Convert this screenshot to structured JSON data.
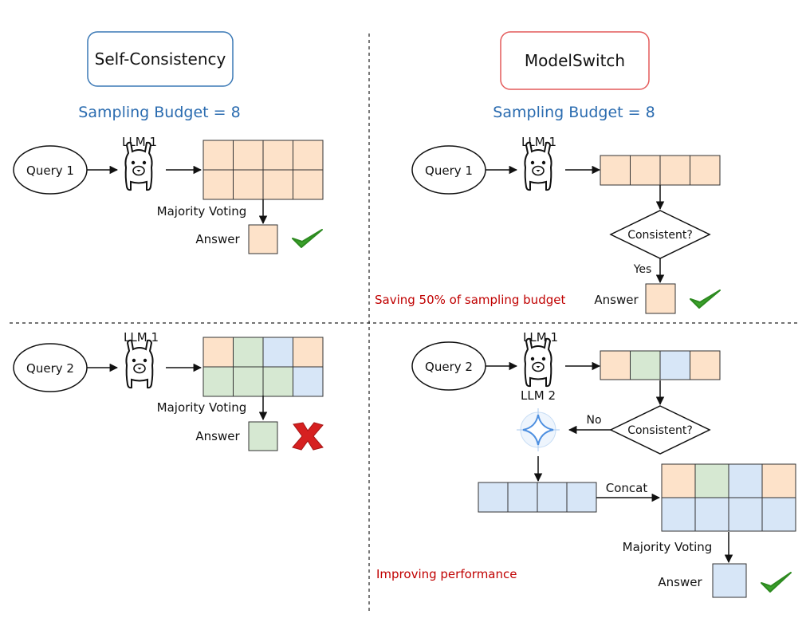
{
  "colors": {
    "orange": "#fde2c9",
    "green": "#d6e8d2",
    "blue": "#d7e6f7",
    "check": "#3aa12a",
    "cross": "#d62020",
    "budget_blue": "#2b6cb0",
    "note_red": "#c00000",
    "sc_border": "#3a78b5",
    "ms_border": "#e45a5a"
  },
  "left": {
    "title": "Self-Consistency",
    "budget": "Sampling Budget = 8",
    "q1": {
      "query": "Query 1",
      "llm": "LLM 1",
      "voting": "Majority Voting",
      "answer": "Answer",
      "grid": [
        [
          "orange",
          "orange",
          "orange",
          "orange"
        ],
        [
          "orange",
          "orange",
          "orange",
          "orange"
        ]
      ],
      "answer_color": "orange",
      "result": "check"
    },
    "q2": {
      "query": "Query 2",
      "llm": "LLM 1",
      "voting": "Majority Voting",
      "answer": "Answer",
      "grid": [
        [
          "orange",
          "green",
          "blue",
          "orange"
        ],
        [
          "green",
          "green",
          "green",
          "blue"
        ]
      ],
      "answer_color": "green",
      "result": "cross"
    }
  },
  "right": {
    "title": "ModelSwitch",
    "budget": "Sampling Budget = 8",
    "q1": {
      "query": "Query 1",
      "llm": "LLM 1",
      "samples": [
        "orange",
        "orange",
        "orange",
        "orange"
      ],
      "decision": "Consistent?",
      "yes": "Yes",
      "answer": "Answer",
      "answer_color": "orange",
      "note": "Saving 50% of sampling budget"
    },
    "q2": {
      "query": "Query 2",
      "llm": "LLM 1",
      "llm2": "LLM 2",
      "samples": [
        "orange",
        "green",
        "blue",
        "orange"
      ],
      "decision": "Consistent?",
      "no": "No",
      "llm2_samples": [
        "blue",
        "blue",
        "blue",
        "blue"
      ],
      "concat": "Concat",
      "grid": [
        [
          "orange",
          "green",
          "blue",
          "orange"
        ],
        [
          "blue",
          "blue",
          "blue",
          "blue"
        ]
      ],
      "voting": "Majority Voting",
      "answer": "Answer",
      "answer_color": "blue",
      "note": "Improving performance"
    }
  }
}
